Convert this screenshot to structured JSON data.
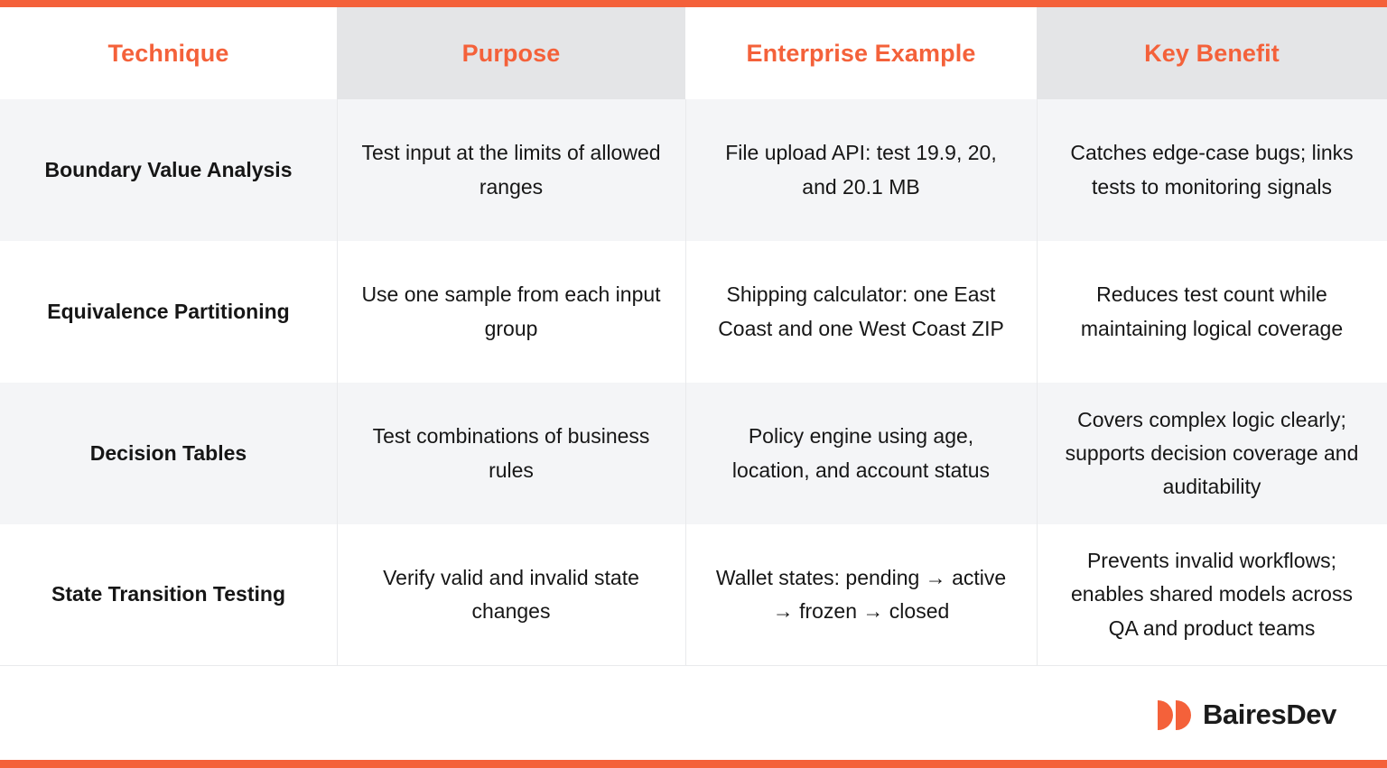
{
  "theme": {
    "accent": "#f4613a",
    "header_shade": "#e4e5e7",
    "row_shade": "#f4f5f7",
    "text": "#161616"
  },
  "table": {
    "columns": [
      "Technique",
      "Purpose",
      "Enterprise Example",
      "Key Benefit"
    ],
    "rows": [
      {
        "technique": "Boundary Value Analysis",
        "purpose": "Test input at the limits of allowed ranges",
        "enterprise_example": "File upload API: test 19.9, 20, and 20.1 MB",
        "key_benefit": "Catches edge-case bugs; links tests to monitoring signals"
      },
      {
        "technique": "Equivalence Partitioning",
        "purpose": "Use one sample from each input group",
        "enterprise_example": "Shipping calculator: one East Coast and one West Coast ZIP",
        "key_benefit": "Reduces test count while maintaining logical coverage"
      },
      {
        "technique": "Decision Tables",
        "purpose": "Test combinations of business rules",
        "enterprise_example": "Policy engine using age, location, and account status",
        "key_benefit": "Covers complex logic clearly; supports decision coverage and auditability"
      },
      {
        "technique": "State Transition Testing",
        "purpose": "Verify valid and invalid state changes",
        "enterprise_example": "Wallet states: pending → active → frozen → closed",
        "key_benefit": "Prevents invalid workflows; enables shared models across QA and product teams"
      }
    ]
  },
  "footer": {
    "logo_text": "BairesDev",
    "logo_mark": "bairesdev-petals-icon"
  }
}
